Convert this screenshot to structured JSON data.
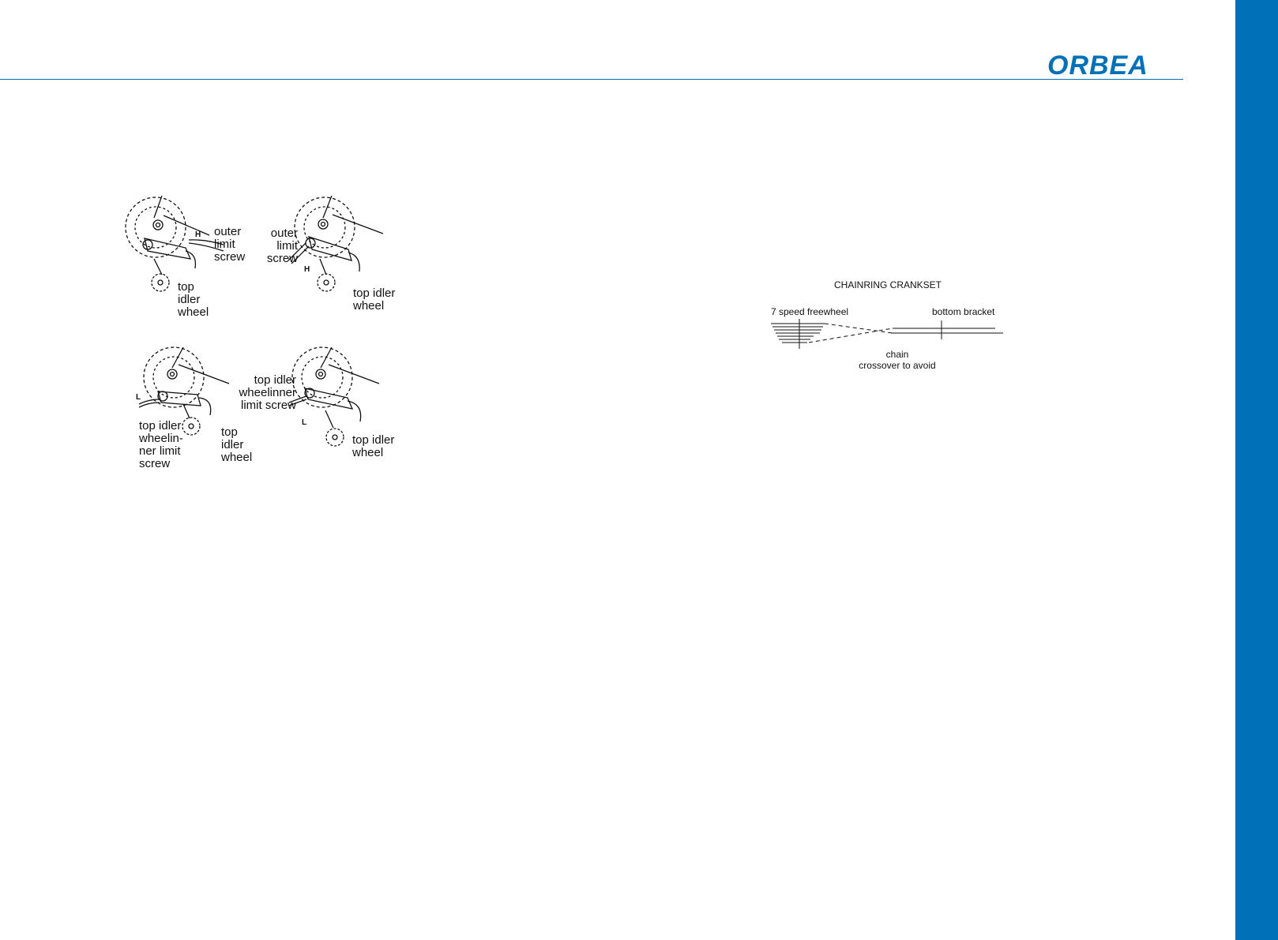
{
  "brand": {
    "logo_text": "ORBEA",
    "color": "#0070b8"
  },
  "derailleur_figures": {
    "panel_1": {
      "marker": "H",
      "label_screw": "outer\nlimit\nscrew",
      "label_wheel": "top\nidler\nwheel"
    },
    "panel_2": {
      "marker": "H",
      "label_screw": "outer\nlimit\nscrew",
      "label_wheel": "top idler\nwheel"
    },
    "panel_3": {
      "marker": "L",
      "label_screw": "top idler\nwheelin-\nner limit\nscrew",
      "label_wheel": "top\nidler\nwheel"
    },
    "panel_4": {
      "marker": "L",
      "label_screw": "top idler\nwheelinner\nlimit screw",
      "label_wheel": "top idler\nwheel"
    }
  },
  "crankset_diagram": {
    "title": "CHAINRING CRANKSET",
    "label_freewheel": "7 speed freewheel",
    "label_bracket": "bottom bracket",
    "label_chain": "chain\ncrossover to avoid"
  }
}
